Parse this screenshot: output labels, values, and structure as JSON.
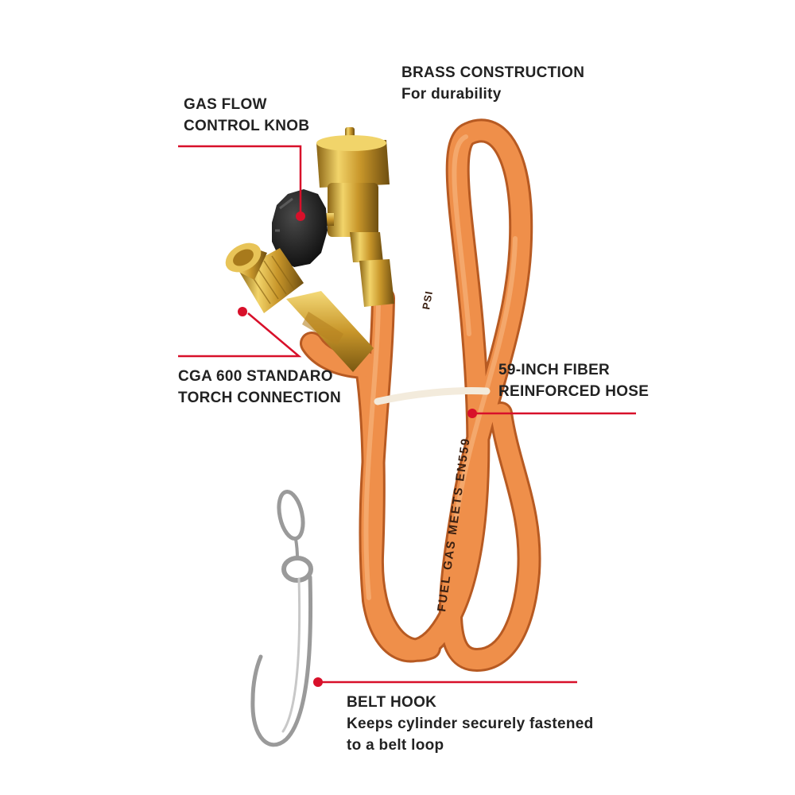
{
  "callouts": {
    "brass": {
      "line1": "BRASS CONSTRUCTION",
      "line2": "For durability"
    },
    "knob": {
      "line1": "GAS FLOW",
      "line2": "CONTROL KNOB"
    },
    "cga": {
      "line1": "CGA 600 STANDARO",
      "line2": "TORCH CONNECTION"
    },
    "hose": {
      "line1": "59-INCH FIBER",
      "line2": "REINFORCED HOSE"
    },
    "hook": {
      "line1": "BELT HOOK",
      "line2": "Keeps cylinder securely fastened",
      "line3": "to a belt loop"
    }
  },
  "hose_print": {
    "line": "FUEL GAS MEETS EN559",
    "psi": "PSI"
  },
  "colors": {
    "accent": "#d8102a",
    "hose": "#e8823e",
    "brass": "#d4a83a",
    "knob": "#1a1a1a",
    "text": "#222222"
  }
}
